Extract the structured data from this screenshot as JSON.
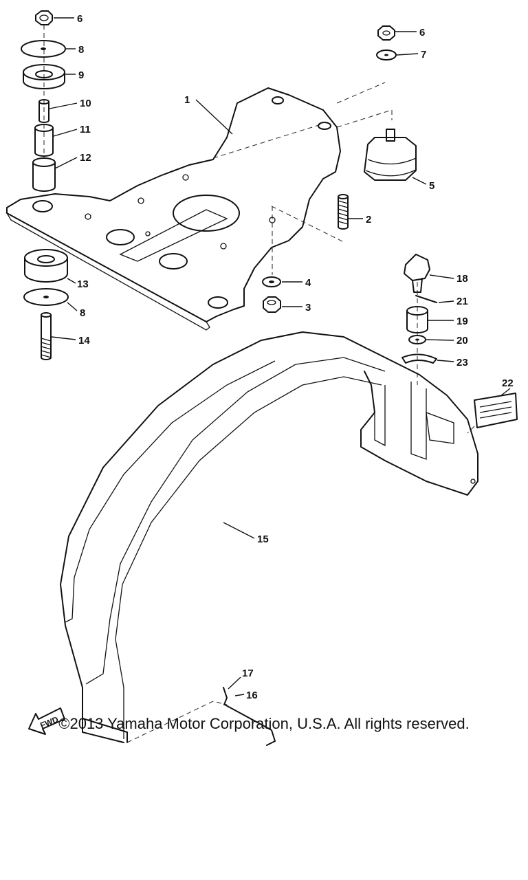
{
  "diagram": {
    "fwd_label": "FWD",
    "callouts": [
      {
        "id": "c1",
        "text": "1"
      },
      {
        "id": "c2",
        "text": "2"
      },
      {
        "id": "c3",
        "text": "3"
      },
      {
        "id": "c4",
        "text": "4"
      },
      {
        "id": "c5",
        "text": "5"
      },
      {
        "id": "c6a",
        "text": "6"
      },
      {
        "id": "c6b",
        "text": "6"
      },
      {
        "id": "c7",
        "text": "7"
      },
      {
        "id": "c8a",
        "text": "8"
      },
      {
        "id": "c8b",
        "text": "8"
      },
      {
        "id": "c9",
        "text": "9"
      },
      {
        "id": "c10",
        "text": "10"
      },
      {
        "id": "c11",
        "text": "11"
      },
      {
        "id": "c12",
        "text": "12"
      },
      {
        "id": "c13",
        "text": "13"
      },
      {
        "id": "c14",
        "text": "14"
      },
      {
        "id": "c15",
        "text": "15"
      },
      {
        "id": "c16",
        "text": "16"
      },
      {
        "id": "c17",
        "text": "17"
      },
      {
        "id": "c18",
        "text": "18"
      },
      {
        "id": "c19",
        "text": "19"
      },
      {
        "id": "c20",
        "text": "20"
      },
      {
        "id": "c21",
        "text": "21"
      },
      {
        "id": "c22",
        "text": "22"
      },
      {
        "id": "c23",
        "text": "23"
      }
    ]
  },
  "footer": {
    "copyright": "©2013 Yamaha Motor Corporation, U.S.A. All rights reserved."
  }
}
